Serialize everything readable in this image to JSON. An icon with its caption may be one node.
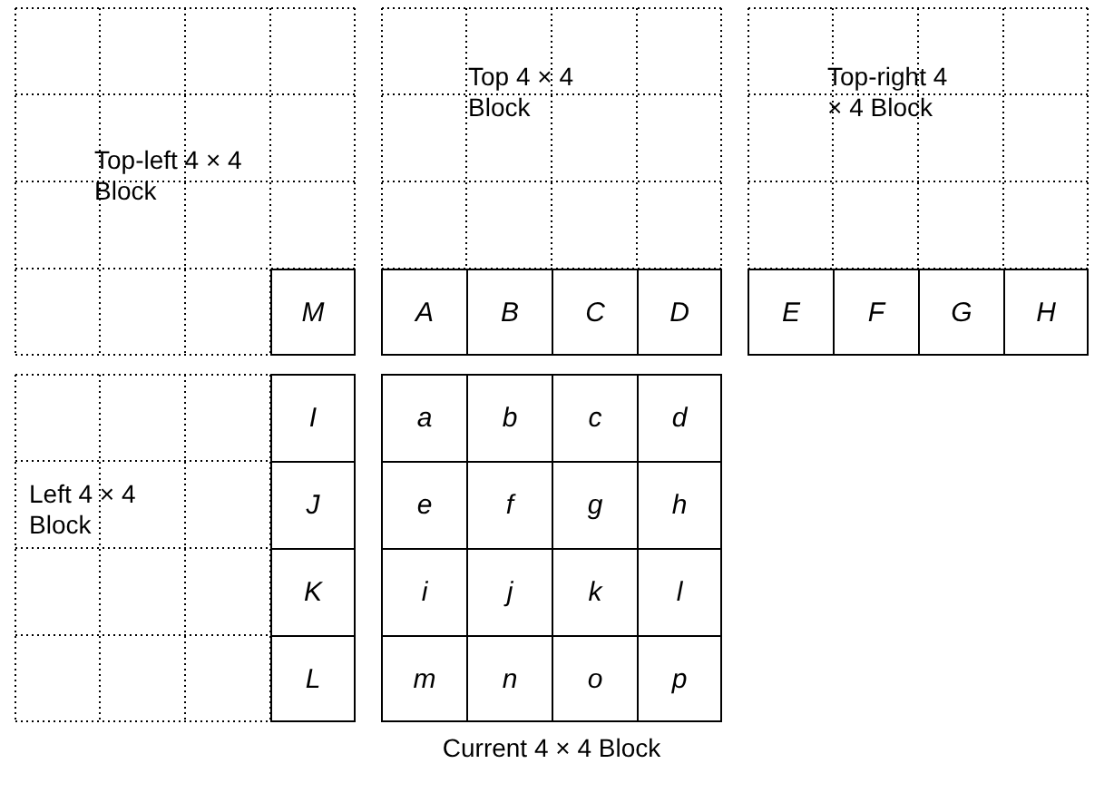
{
  "diagram": {
    "nodes": [
      {
        "text": [
          "Top-left 4 × 4 Block"
        ]
      },
      {
        "text": [
          "M"
        ],
        "in": 0
      },
      {
        "text": [
          "Top 4 × 4 Block"
        ]
      },
      {
        "text": [
          "A"
        ],
        "in": 2
      },
      {
        "text": [
          "B"
        ],
        "in": 2
      },
      {
        "text": [
          "C"
        ],
        "in": 2
      },
      {
        "text": [
          "D"
        ],
        "in": 2
      },
      {
        "text": [
          "Top-right 4 × 4 Block"
        ]
      },
      {
        "text": [
          "E"
        ],
        "in": 7
      },
      {
        "text": [
          "F"
        ],
        "in": 7
      },
      {
        "text": [
          "G"
        ],
        "in": 7
      },
      {
        "text": [
          "H"
        ],
        "in": 7
      },
      {
        "text": [
          "Left 4 × 4 Block"
        ]
      },
      {
        "text": [
          "I"
        ],
        "in": 12
      },
      {
        "text": [
          "J"
        ],
        "in": 12
      },
      {
        "text": [
          "K"
        ],
        "in": 12
      },
      {
        "text": [
          "L"
        ],
        "in": 12
      },
      {
        "text": [
          "Current 4 × 4 Block"
        ]
      },
      {
        "text": [
          "a"
        ],
        "in": 17
      },
      {
        "text": [
          "b"
        ],
        "in": 17
      },
      {
        "text": [
          "c"
        ],
        "in": 17
      },
      {
        "text": [
          "d"
        ],
        "in": 17
      },
      {
        "text": [
          "e"
        ],
        "in": 17
      },
      {
        "text": [
          "f"
        ],
        "in": 17
      },
      {
        "text": [
          "g"
        ],
        "in": 17
      },
      {
        "text": [
          "h"
        ],
        "in": 17
      },
      {
        "text": [
          "i"
        ],
        "in": 17
      },
      {
        "text": [
          "j"
        ],
        "in": 17
      },
      {
        "text": [
          "k"
        ],
        "in": 17
      },
      {
        "text": [
          "l"
        ],
        "in": 17
      },
      {
        "text": [
          "m"
        ],
        "in": 17
      },
      {
        "text": [
          "n"
        ],
        "in": 17
      },
      {
        "text": [
          "o"
        ],
        "in": 17
      },
      {
        "text": [
          "p"
        ],
        "in": 17
      }
    ]
  }
}
